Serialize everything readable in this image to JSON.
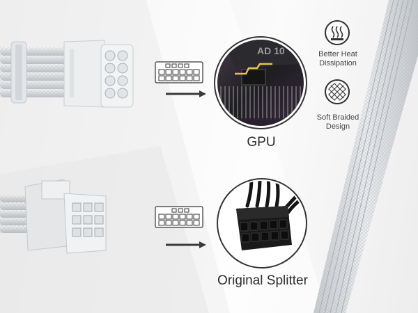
{
  "labels": {
    "gpu": "GPU",
    "splitter": "Original Splitter"
  },
  "features": [
    {
      "icon": "heat-icon",
      "text": "Better Heat\nDissipation"
    },
    {
      "icon": "braid-icon",
      "text": "Soft Braided\nDesign"
    }
  ],
  "colors": {
    "sleeve": "#dadde0",
    "connector": "#eceef0",
    "dark": "#1a1a1a",
    "arrow": "#3a3a3a"
  }
}
